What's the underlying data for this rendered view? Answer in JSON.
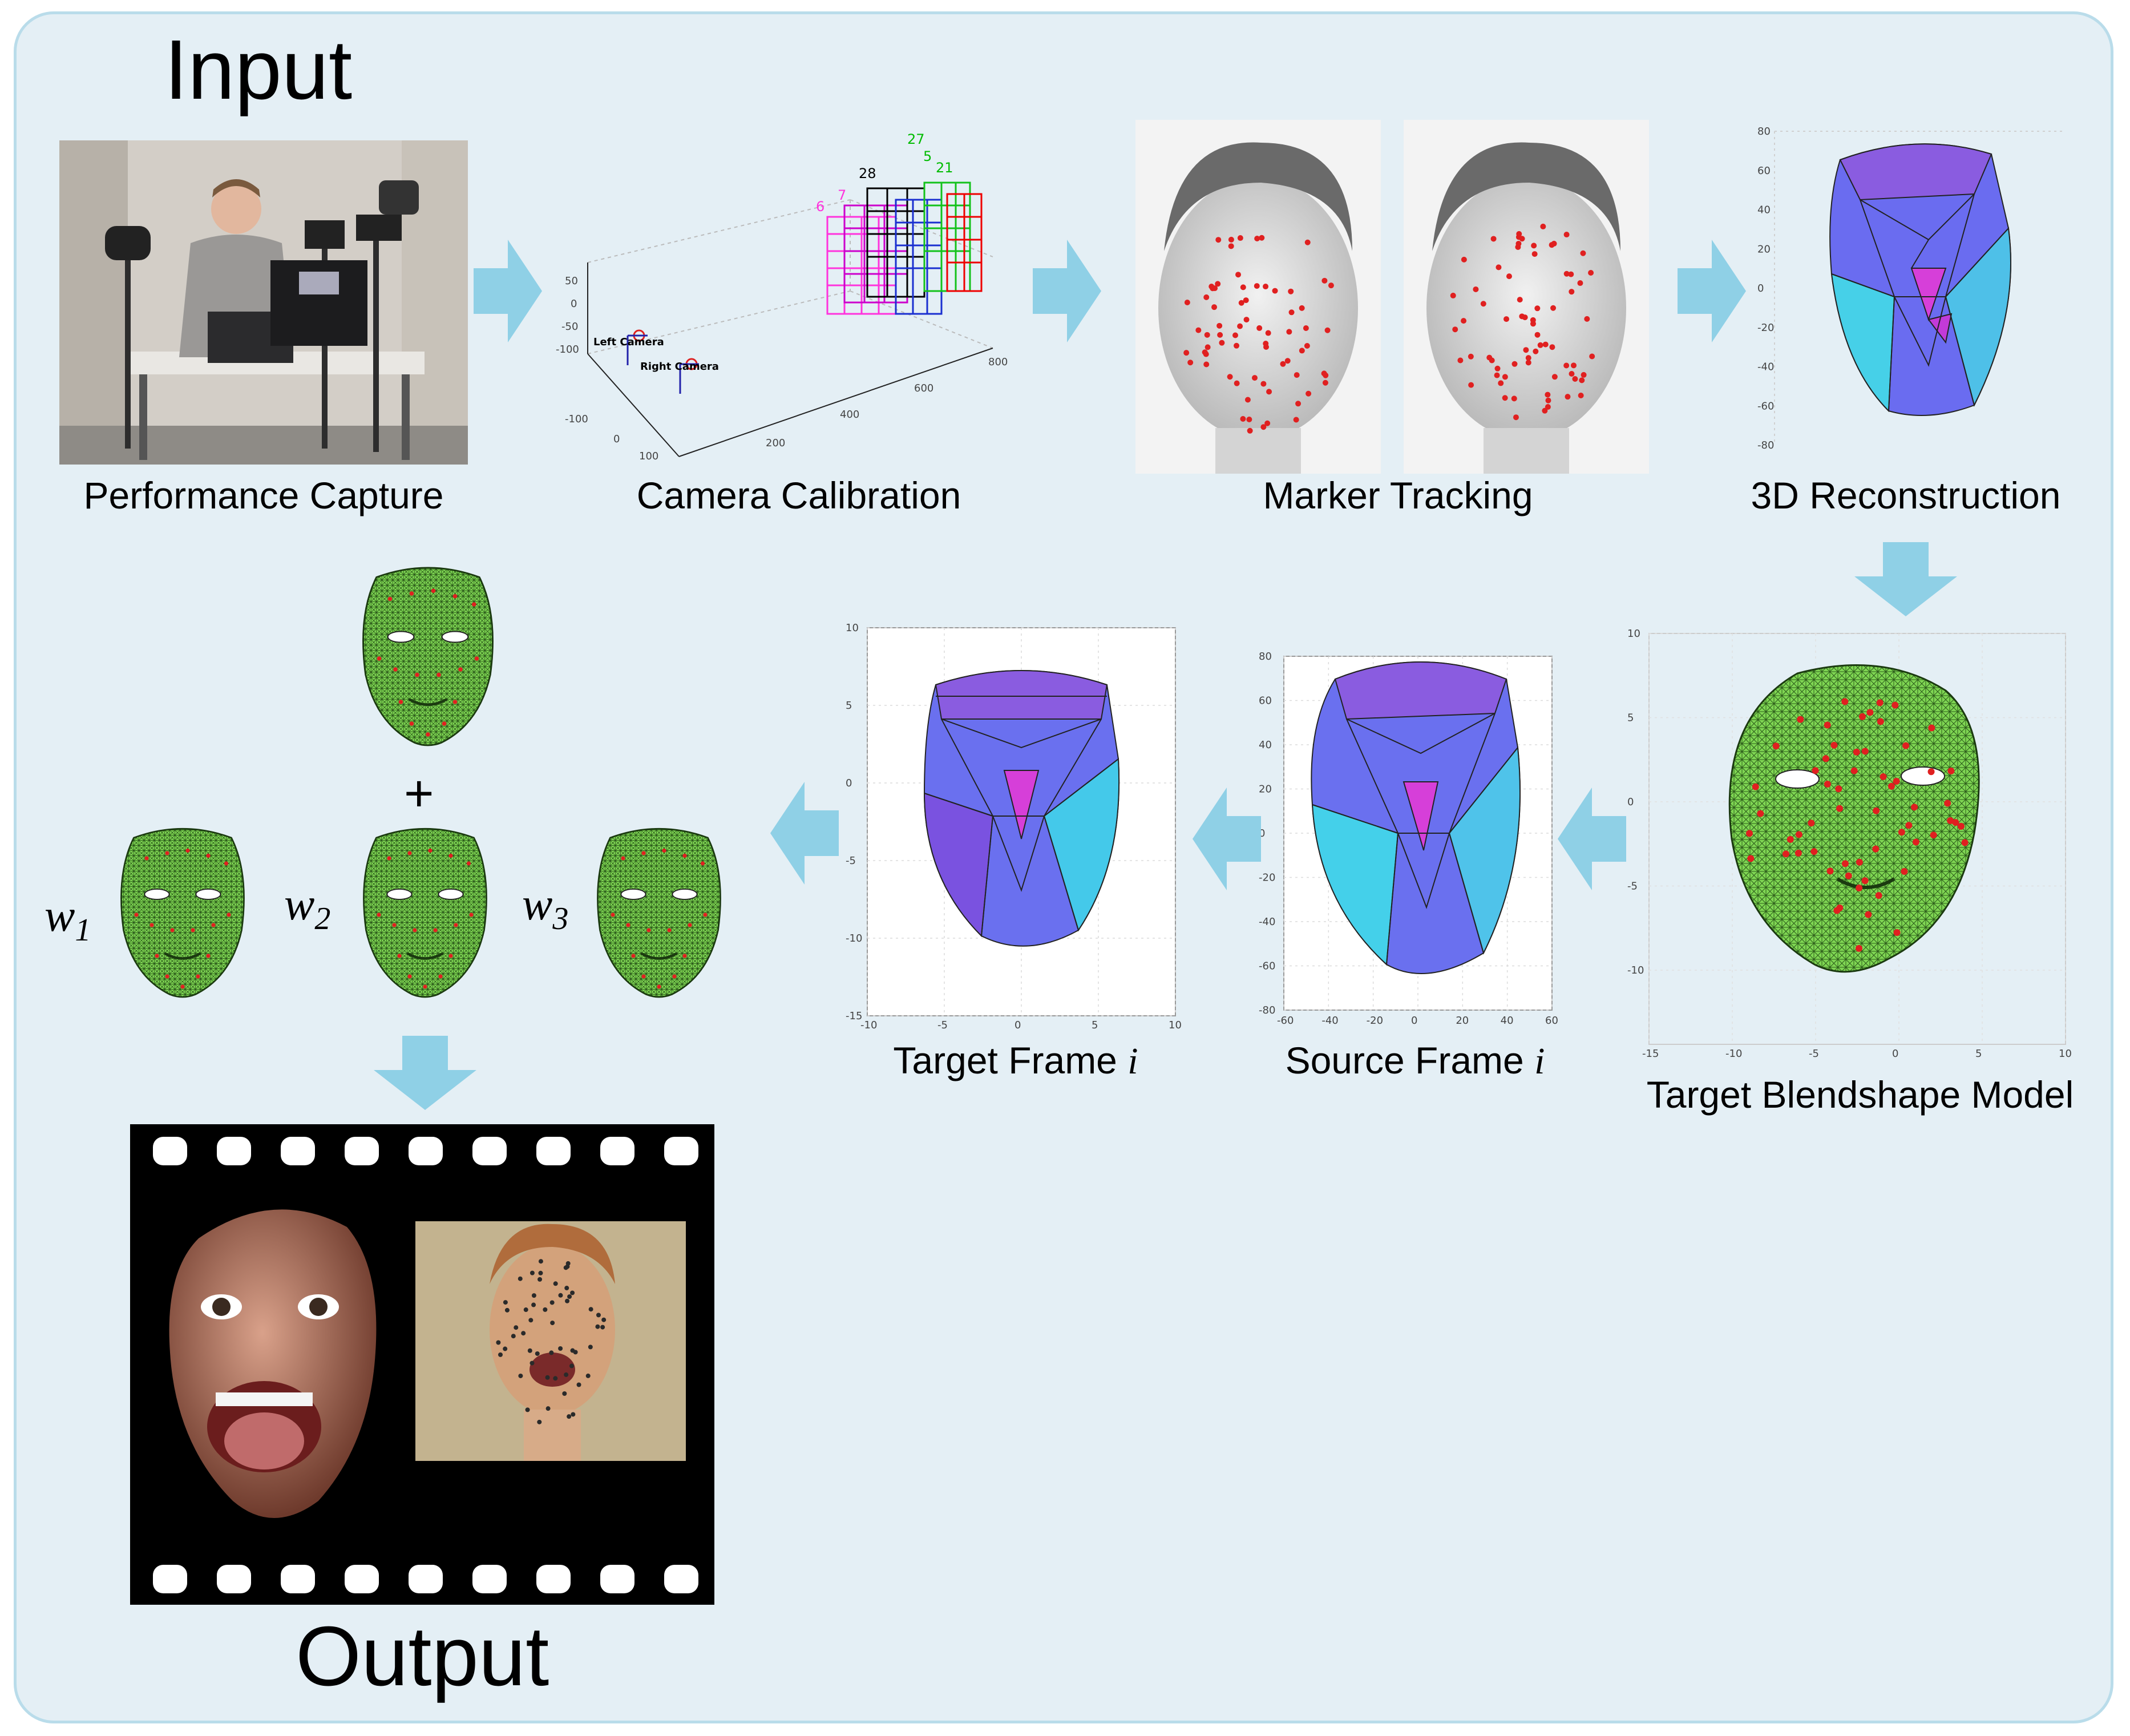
{
  "headings": {
    "input": "Input",
    "output": "Output"
  },
  "captions": {
    "performance_capture": "Performance Capture",
    "camera_calibration": "Camera Calibration",
    "marker_tracking": "Marker Tracking",
    "reconstruction_3d": "3D Reconstruction",
    "target_blendshape_model": "Target Blendshape Model",
    "source_frame": "Source Frame ",
    "target_frame": "Target Frame ",
    "frame_index": "i"
  },
  "calibration_plot": {
    "left_camera": "Left Camera",
    "right_camera": "Right Camera",
    "z_ticks": [
      "50",
      "0",
      "-50",
      "-100"
    ],
    "x_ticks": [
      "800",
      "600",
      "400",
      "200"
    ],
    "y_ticks": [
      "-100",
      "0",
      "100"
    ],
    "board_labels": [
      "27",
      "28",
      "21",
      "5",
      "7",
      "6"
    ]
  },
  "blend": {
    "plus": "+",
    "weights": [
      {
        "symbol": "w",
        "sub": "1"
      },
      {
        "symbol": "w",
        "sub": "2"
      },
      {
        "symbol": "w",
        "sub": "3"
      }
    ]
  },
  "axes": {
    "target_frame_x": [
      "-10",
      "-5",
      "0",
      "5",
      "10"
    ],
    "target_frame_y": [
      "10",
      "5",
      "0",
      "-5",
      "-10",
      "-15"
    ],
    "source_frame_x": [
      "-60",
      "-40",
      "-20",
      "0",
      "20",
      "40",
      "60"
    ],
    "source_frame_y": [
      "80",
      "60",
      "40",
      "20",
      "0",
      "-20",
      "-40",
      "-60",
      "-80"
    ],
    "blendshape_x": [
      "-15",
      "-10",
      "-5",
      "0",
      "5",
      "10"
    ],
    "blendshape_y": [
      "10",
      "5",
      "0",
      "-5",
      "-10"
    ],
    "recon_y": [
      "80",
      "60",
      "40",
      "20",
      "0",
      "-20",
      "-40",
      "-60",
      "-80"
    ]
  },
  "colors": {
    "arrow": "#8fd0e6",
    "panel_bg": "#e4eff5",
    "panel_border": "#b9dcea",
    "mesh_green": "#7fd653",
    "mesh_purple": "#7b5ce0",
    "mesh_cyan": "#39c7e0",
    "mesh_magenta": "#d63fd9",
    "marker_red": "#e02020"
  }
}
